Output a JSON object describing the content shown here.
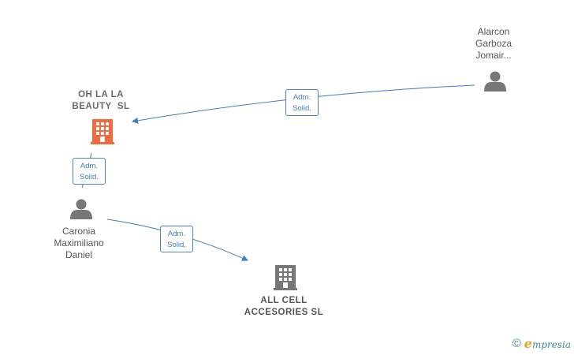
{
  "nodes": {
    "alarcon": {
      "lines": [
        "Alarcon",
        "Garboza",
        "Jomair..."
      ],
      "kind": "person"
    },
    "oh_la_la": {
      "lines": [
        "OH LA LA",
        "BEAUTY  SL"
      ],
      "kind": "company",
      "color": "#f26a3d"
    },
    "caronia": {
      "lines": [
        "Caronia",
        "Maximiliano",
        "Daniel"
      ],
      "kind": "person"
    },
    "all_cell": {
      "lines": [
        "ALL CELL",
        "ACCESORIES SL"
      ],
      "kind": "company",
      "color": "#777777"
    }
  },
  "edges": [
    {
      "from": "alarcon",
      "to": "oh_la_la",
      "label": [
        "Adm.",
        "Solid."
      ]
    },
    {
      "from": "caronia",
      "to": "oh_la_la",
      "label": [
        "Adm.",
        "Solid."
      ]
    },
    {
      "from": "caronia",
      "to": "all_cell",
      "label": [
        "Adm.",
        "Solid."
      ]
    }
  ],
  "colors": {
    "edge": "#3f7cc0",
    "person_icon": "#777777",
    "company_active": "#f26a3d",
    "company_inactive": "#777777"
  },
  "footer": {
    "copyright": "©",
    "brand_first": "e",
    "brand_rest": "mpresia"
  }
}
